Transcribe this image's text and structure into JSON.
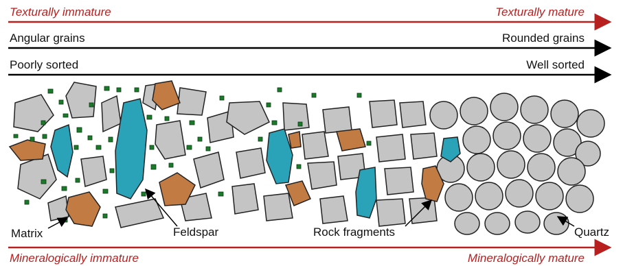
{
  "scales": {
    "texture": {
      "left": "Texturally immature",
      "right": "Texturally mature"
    },
    "angularity": {
      "left": "Angular grains",
      "right": "Rounded grains"
    },
    "sorting": {
      "left": "Poorly sorted",
      "right": "Well sorted"
    },
    "mineralogy": {
      "left": "Mineralogically immature",
      "right": "Mineralogically mature"
    }
  },
  "labels": {
    "matrix": "Matrix",
    "feldspar": "Feldspar",
    "rock_fragments": "Rock fragments",
    "quartz": "Quartz"
  },
  "colors": {
    "red_arrow": "#b8201f",
    "black_arrow": "#000000",
    "quartz": "#c4c4c4",
    "feldspar": "#2aa3b8",
    "rock_fragment": "#c27c43",
    "matrix": "#1a7a2a"
  }
}
